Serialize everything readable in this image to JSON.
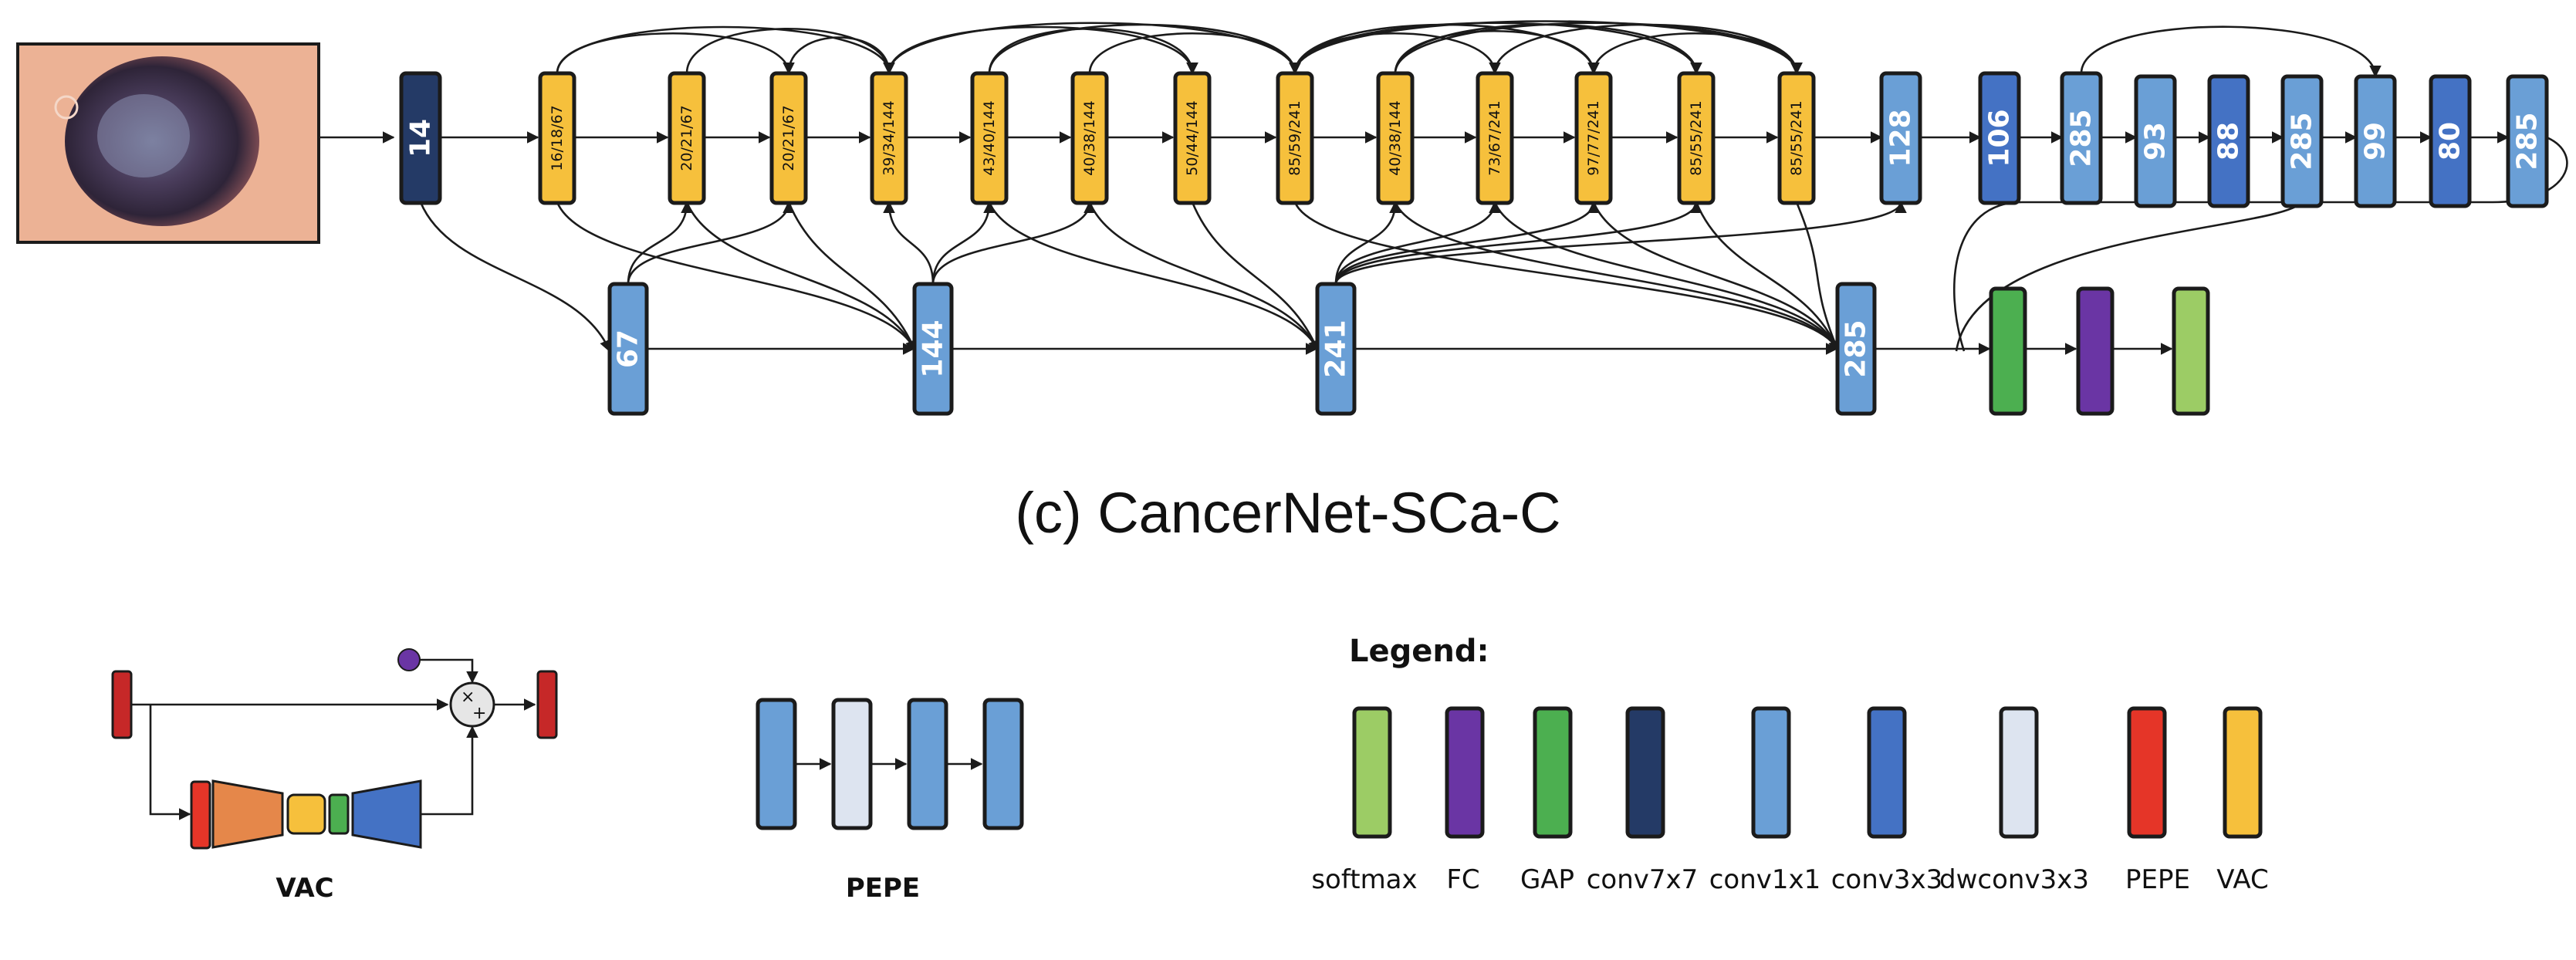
{
  "caption": "(c) CancerNet-SCa-C",
  "colors": {
    "softmax": "#9ccc65",
    "FC": "#6a35a4",
    "GAP": "#4caf50",
    "conv7x7": "#243a66",
    "conv1x1": "#6a9fd6",
    "conv3x3": "#4472c4",
    "dwconv3x3": "#dde4f0",
    "PEPE": "#e53528",
    "VAC": "#f6c03c",
    "lesion_dark": "#2e2438",
    "lesion_skin": "#e8a98a"
  },
  "input_image": {
    "icon": "skin-lesion-photo"
  },
  "main_path": [
    {
      "label": "14",
      "type": "conv7x7"
    },
    {
      "label": "16/18/67",
      "type": "VAC"
    },
    {
      "label": "20/21/67",
      "type": "VAC"
    },
    {
      "label": "20/21/67",
      "type": "VAC"
    },
    {
      "label": "39/34/144",
      "type": "VAC"
    },
    {
      "label": "43/40/144",
      "type": "VAC"
    },
    {
      "label": "40/38/144",
      "type": "VAC"
    },
    {
      "label": "50/44/144",
      "type": "VAC"
    },
    {
      "label": "85/59/241",
      "type": "VAC"
    },
    {
      "label": "40/38/144",
      "type": "VAC"
    },
    {
      "label": "73/67/241",
      "type": "VAC"
    },
    {
      "label": "97/77/241",
      "type": "VAC"
    },
    {
      "label": "85/55/241",
      "type": "VAC"
    },
    {
      "label": "85/55/241",
      "type": "VAC"
    },
    {
      "label": "128",
      "type": "conv1x1"
    },
    {
      "label": "106",
      "type": "conv3x3"
    },
    {
      "label": "285",
      "type": "conv1x1"
    },
    {
      "label": "93",
      "type": "conv1x1"
    },
    {
      "label": "88",
      "type": "conv3x3"
    },
    {
      "label": "285",
      "type": "conv1x1"
    },
    {
      "label": "99",
      "type": "conv1x1"
    },
    {
      "label": "80",
      "type": "conv3x3"
    },
    {
      "label": "285",
      "type": "conv1x1"
    }
  ],
  "bottom_path": [
    {
      "label": "67",
      "type": "conv1x1"
    },
    {
      "label": "144",
      "type": "conv1x1"
    },
    {
      "label": "241",
      "type": "conv1x1"
    },
    {
      "label": "285",
      "type": "conv1x1"
    }
  ],
  "head": [
    {
      "type": "GAP"
    },
    {
      "type": "FC"
    },
    {
      "type": "softmax"
    }
  ],
  "vac_detail": {
    "label": "VAC",
    "ops": "× +"
  },
  "pepe_detail": {
    "label": "PEPE"
  },
  "legend": {
    "title": "Legend:",
    "items": [
      {
        "label": "softmax",
        "type": "softmax"
      },
      {
        "label": "FC",
        "type": "FC"
      },
      {
        "label": "GAP",
        "type": "GAP"
      },
      {
        "label": "conv7x7",
        "type": "conv7x7"
      },
      {
        "label": "conv1x1",
        "type": "conv1x1"
      },
      {
        "label": "conv3x3",
        "type": "conv3x3"
      },
      {
        "label": "dwconv3x3",
        "type": "dwconv3x3"
      },
      {
        "label": "PEPE",
        "type": "PEPE"
      },
      {
        "label": "VAC",
        "type": "VAC"
      }
    ]
  }
}
